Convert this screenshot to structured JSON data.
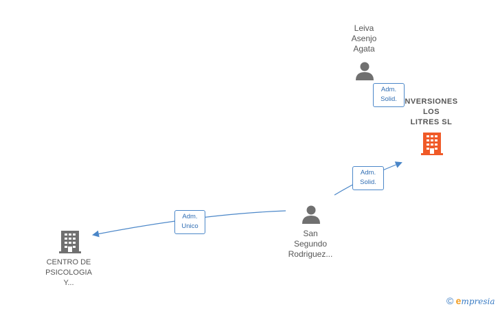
{
  "nodes": {
    "leiva": {
      "label": "Leiva\nAsenjo\nAgata",
      "icon": "person-icon"
    },
    "inversiones": {
      "label": "NVERSIONES\nLOS\nLITRES  SL",
      "icon": "building-icon",
      "color": "#f05a28"
    },
    "san_segundo": {
      "label": "San\nSegundo\nRodriguez...",
      "icon": "person-icon"
    },
    "centro": {
      "label": "CENTRO DE\nPSICOLOGIA\nY...",
      "icon": "building-icon",
      "color": "#707070"
    }
  },
  "edges": [
    {
      "label": "Adm.\nSolid."
    },
    {
      "label": "Adm.\nSolid."
    },
    {
      "label": "Adm.\nUnico"
    }
  ],
  "colors": {
    "edge": "#4a86c8",
    "person": "#707070"
  },
  "footer": {
    "copyright": "©",
    "brand_initial": "e",
    "brand_rest": "mpresia"
  }
}
